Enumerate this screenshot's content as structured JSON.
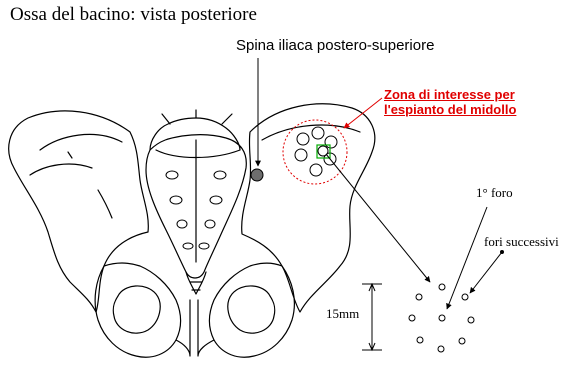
{
  "title": "Ossa del bacino: vista posteriore",
  "labels": {
    "landmark": "Spina iliaca postero-superiore",
    "zone_line1": "Zona di interesse per",
    "zone_line2": "l'espianto del midollo",
    "first_hole": "1° foro",
    "next_holes": "fori successivi",
    "dimension": "15mm"
  },
  "colors": {
    "line": "#000000",
    "zone": "#e00000",
    "highlight": "#00aa00",
    "landmark_fill": "#6e6e6e"
  }
}
